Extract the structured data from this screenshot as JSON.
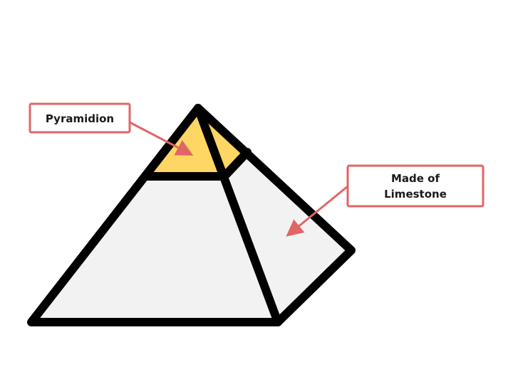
{
  "labels": {
    "pyramidion": "Pyramidion",
    "limestone_line1": "Made of",
    "limestone_line2": "Limestone"
  },
  "colors": {
    "outline": "#000000",
    "stone_fill": "#f2f2f2",
    "pyramidion_fill": "#fdd663",
    "callout": "#e06666"
  }
}
